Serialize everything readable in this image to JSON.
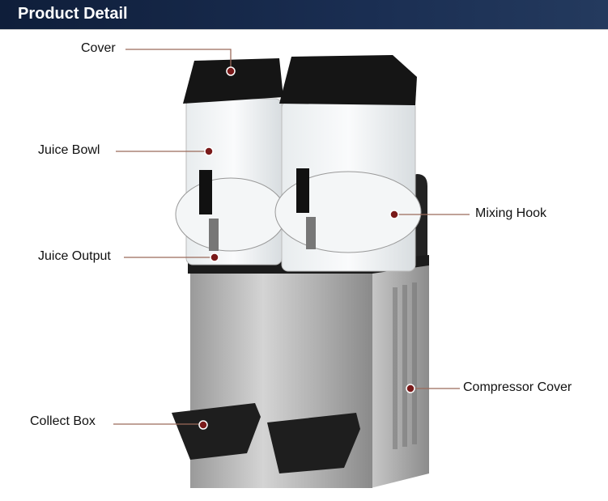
{
  "header": {
    "title": "Product Detail"
  },
  "labels": {
    "cover": "Cover",
    "juice_bowl": "Juice Bowl",
    "juice_output": "Juice Output",
    "collect_box": "Collect Box",
    "mixing_hook": "Mixing Hook",
    "compressor_cover": "Compressor Cover"
  },
  "colors": {
    "header": "#1a2e52",
    "leader_line": "#9a6a5a",
    "marker": "#7a1a1a"
  }
}
